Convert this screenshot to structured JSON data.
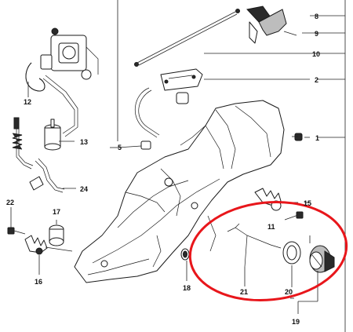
{
  "callouts": [
    {
      "id": "c1",
      "label": "1"
    },
    {
      "id": "c2",
      "label": "2"
    },
    {
      "id": "c5",
      "label": "5"
    },
    {
      "id": "c8",
      "label": "8"
    },
    {
      "id": "c9",
      "label": "9"
    },
    {
      "id": "c10",
      "label": "10"
    },
    {
      "id": "c11",
      "label": "11"
    },
    {
      "id": "c12",
      "label": "12"
    },
    {
      "id": "c13",
      "label": "13"
    },
    {
      "id": "c15",
      "label": "15"
    },
    {
      "id": "c16",
      "label": "16"
    },
    {
      "id": "c17",
      "label": "17"
    },
    {
      "id": "c18",
      "label": "18"
    },
    {
      "id": "c19",
      "label": "19"
    },
    {
      "id": "c20",
      "label": "20"
    },
    {
      "id": "c21",
      "label": "21"
    },
    {
      "id": "c22",
      "label": "22"
    },
    {
      "id": "c24",
      "label": "24"
    }
  ],
  "highlight": {
    "color": "#e8161b",
    "encloses": [
      "19",
      "20",
      "21"
    ]
  },
  "colors": {
    "line": "#222222",
    "part_fill": "#ffffff",
    "dark_fill": "#2a2a2a"
  }
}
